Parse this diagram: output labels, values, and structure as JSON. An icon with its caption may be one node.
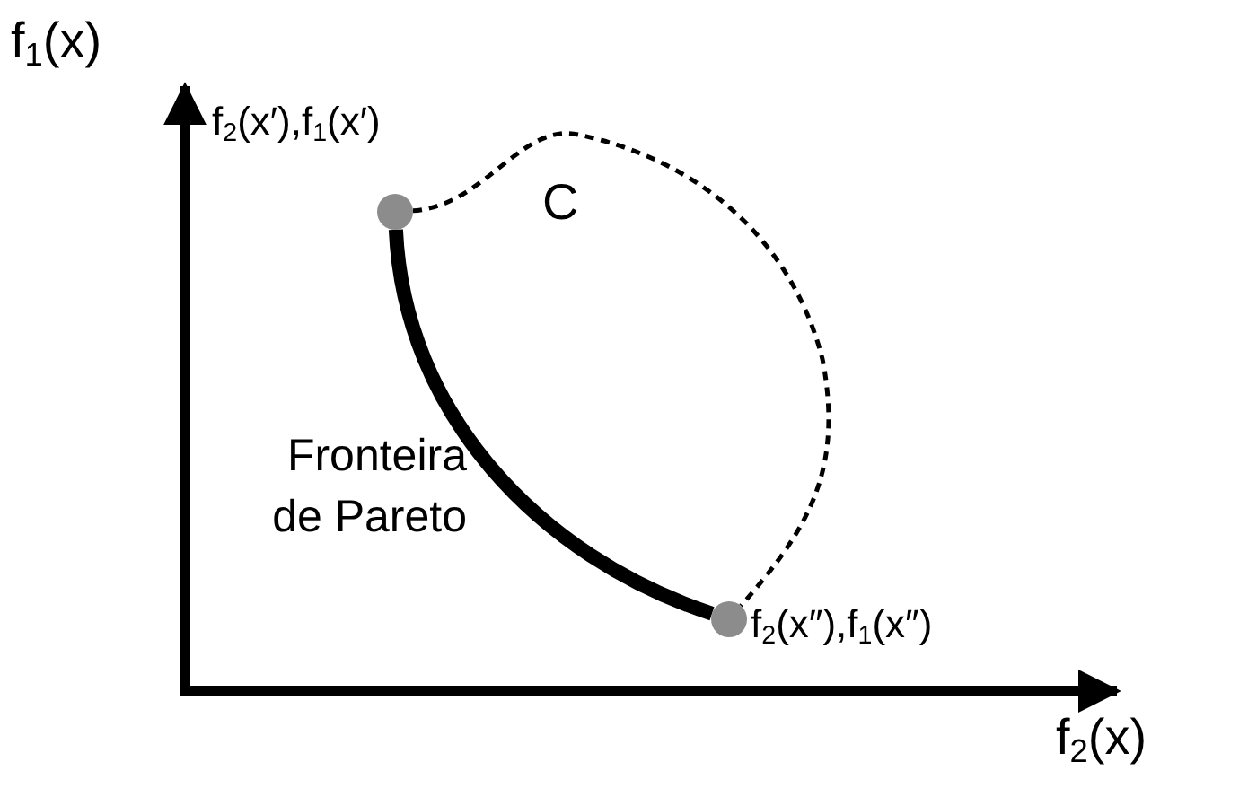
{
  "diagram": {
    "nodes": [
      {
        "text": [],
        "shape": "circle",
        "beside": [
          "f$_{2}$(x′),f$_{1}$(x′)"
        ]
      },
      {
        "text": [],
        "shape": "circle",
        "beside": [
          "f$_{2}$(x″),f$_{1}$(x″)"
        ]
      }
    ],
    "edges": [
      {
        "from": 0,
        "to": 1,
        "arrow": "none",
        "style": "thick"
      },
      {
        "from": 0,
        "to": 1,
        "arrow": "none",
        "style": "dashed"
      }
    ],
    "labels": [
      "f$_{1}$(x)",
      "C",
      "Fronteira de Pareto",
      "f$_{2}$(x)"
    ]
  }
}
